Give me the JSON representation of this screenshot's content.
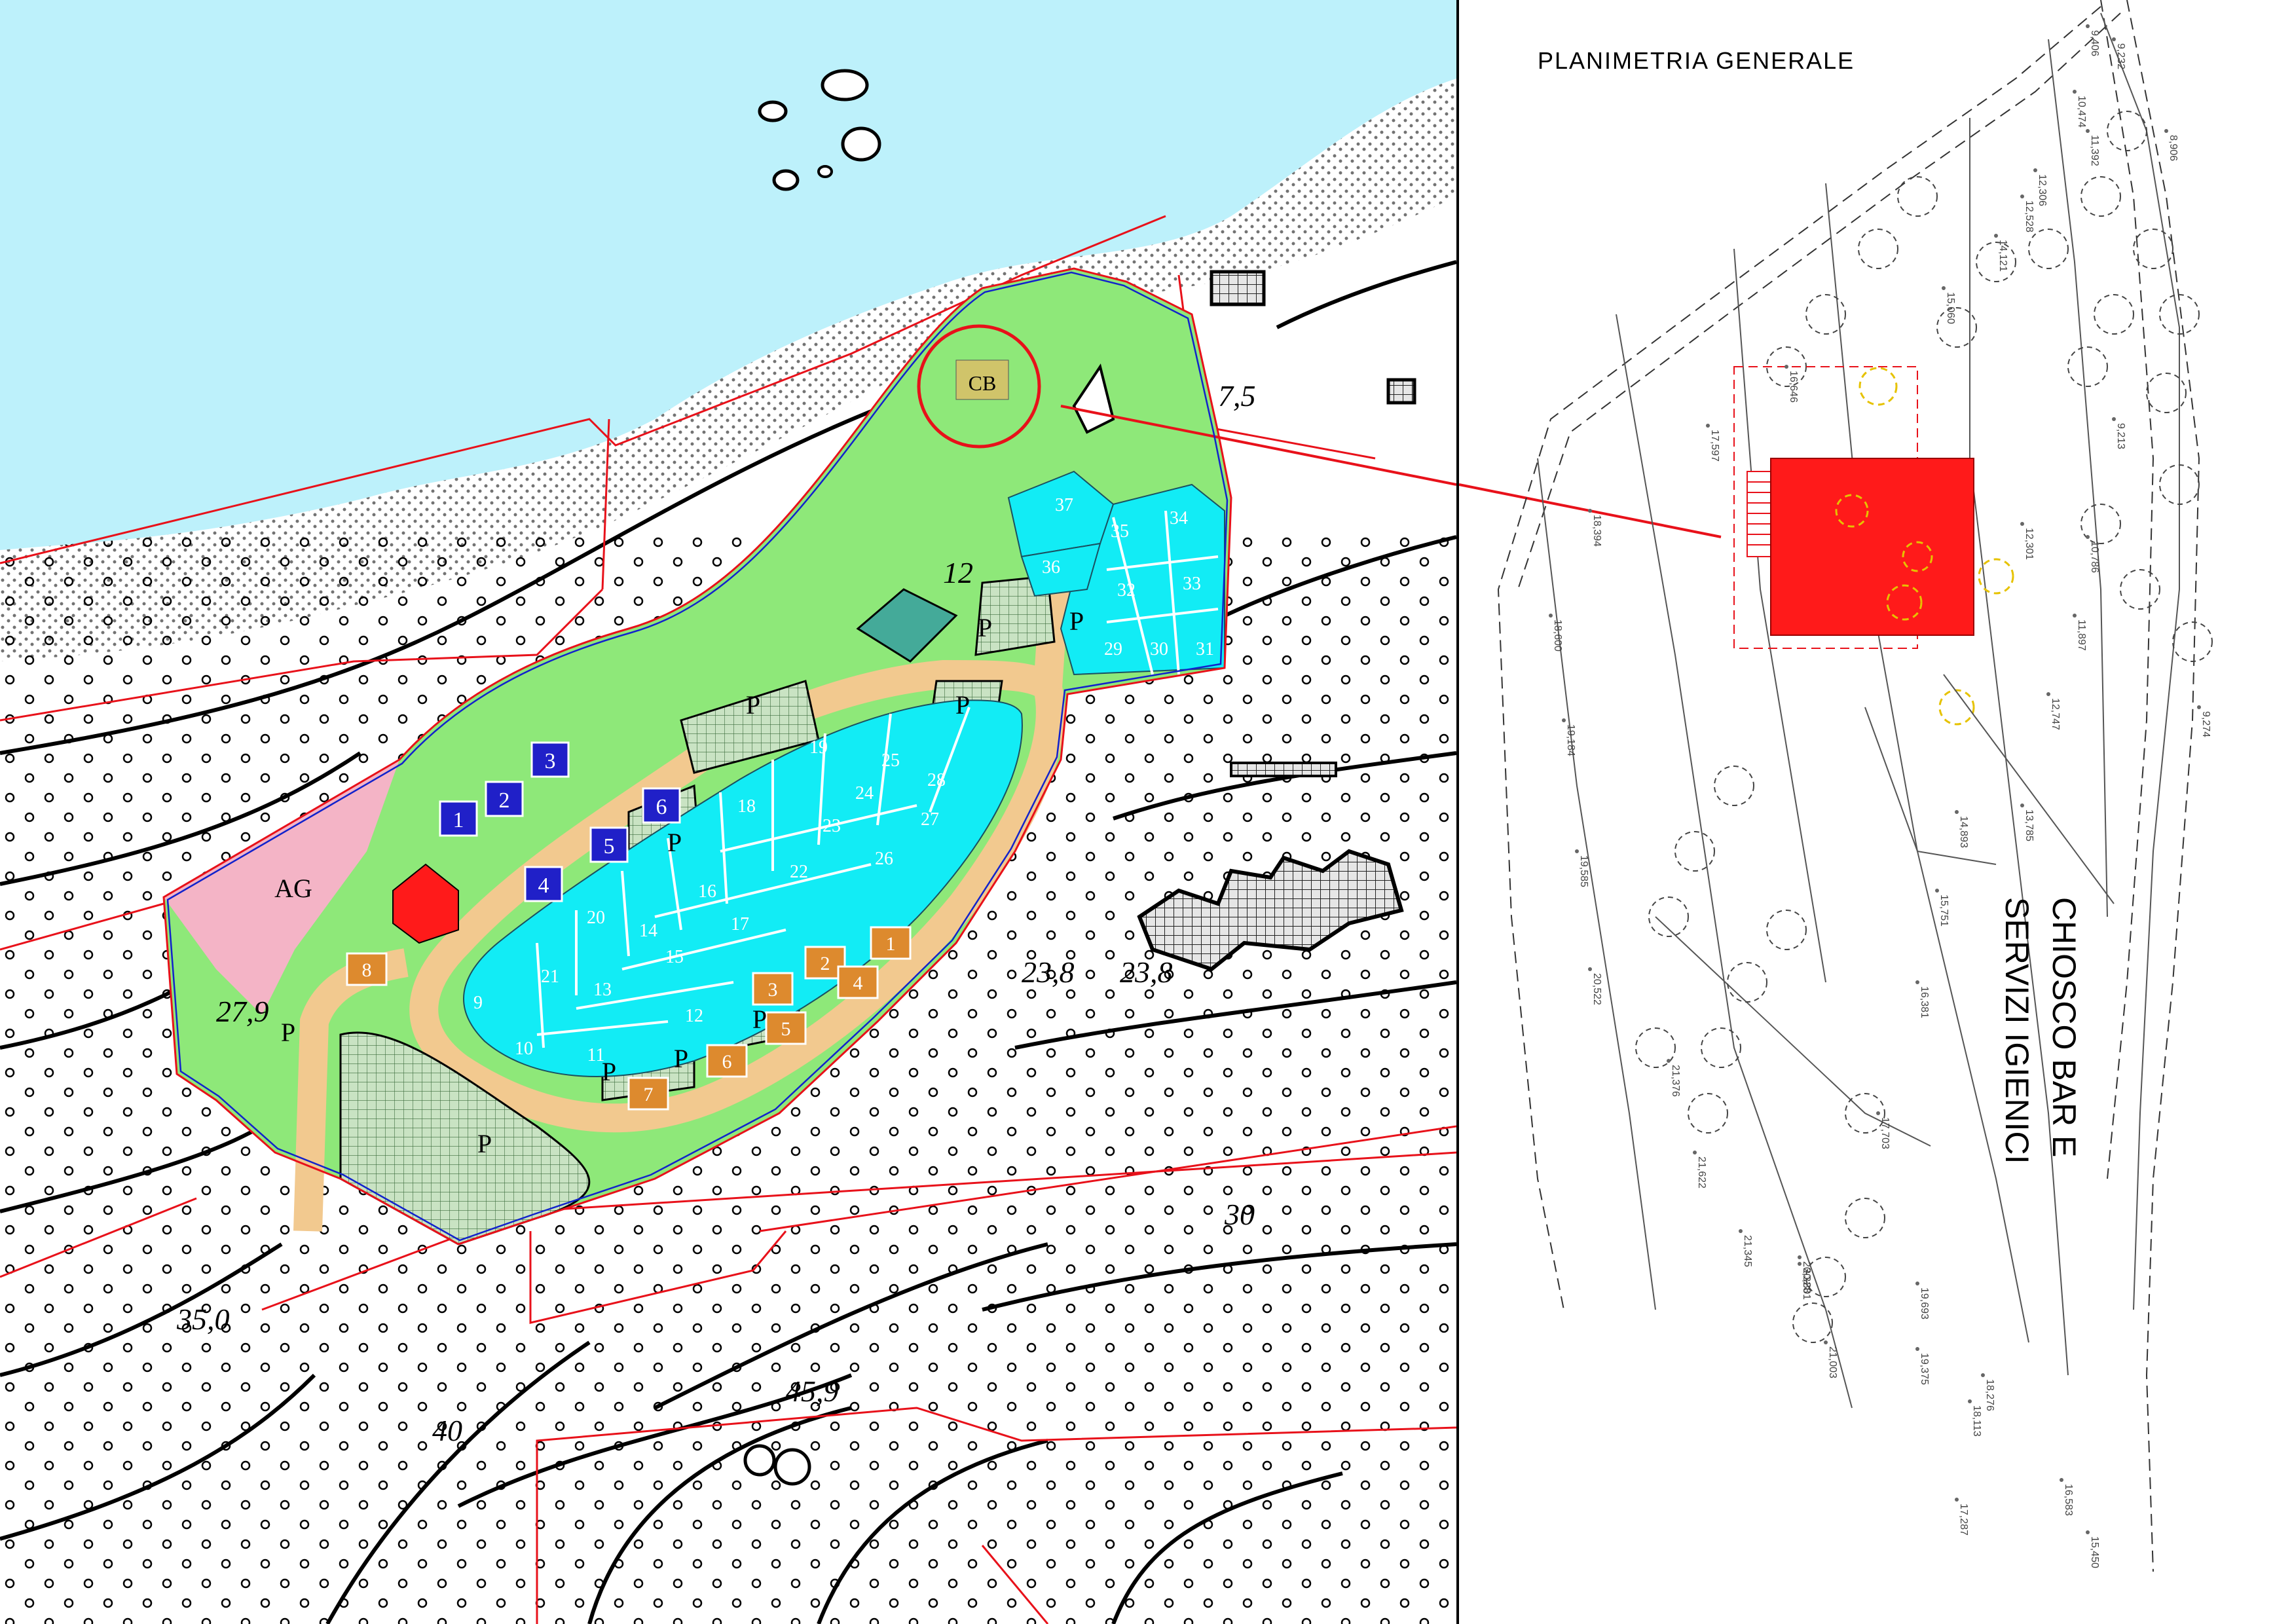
{
  "colors": {
    "sea": "#bdf1fb",
    "camping_area": "#8ee879",
    "pitches": "#12ecf5",
    "road": "#f2c98f",
    "parking": "#c9e3c3",
    "bungalow": "#2020c8",
    "service_building": "#dd8a2e",
    "kiosk": "#ff1a1a",
    "agricultural": "#f4b4c6",
    "boundary_red": "#e8111a",
    "boundary_blue": "#1122cc"
  },
  "map": {
    "labels": {
      "cb": "CB",
      "ag": "AG",
      "parking": "P"
    },
    "bungalows": [
      "1",
      "2",
      "3",
      "4",
      "5",
      "6"
    ],
    "service_buildings": [
      "1",
      "2",
      "3",
      "4",
      "5",
      "6",
      "7",
      "8"
    ],
    "pitches": [
      "9",
      "10",
      "11",
      "12",
      "13",
      "14",
      "15",
      "16",
      "17",
      "18",
      "19",
      "20",
      "21",
      "22",
      "23",
      "24",
      "25",
      "26",
      "27",
      "28",
      "29",
      "30",
      "31",
      "32",
      "33",
      "34",
      "35",
      "36",
      "37"
    ],
    "elevations": [
      "7,5",
      "12",
      "23,8",
      "23,8",
      "27,9",
      "35,0",
      "45,9",
      "30",
      "40"
    ]
  },
  "detail": {
    "title": "PLANIMETRIA GENERALE",
    "kiosk_label_line1": "CHIOSCO BAR E",
    "kiosk_label_line2": "SERVIZI IGIENICI",
    "spot_heights": [
      "9,406",
      "9,232",
      "10,474",
      "11,392",
      "12,306",
      "12,528",
      "14,121",
      "15,060",
      "16,646",
      "17,597",
      "18,394",
      "18,600",
      "19,184",
      "19,585",
      "20,522",
      "21,376",
      "21,622",
      "21,345",
      "20,328",
      "19,693",
      "18,276",
      "16,583",
      "15,450",
      "17,287",
      "18,113",
      "19,375",
      "21,003",
      "20,801",
      "17,703",
      "16,381",
      "15,751",
      "14,893",
      "13,785",
      "12,747",
      "11,897",
      "10,786",
      "9,213",
      "8,906",
      "9,274",
      "12,301"
    ]
  }
}
